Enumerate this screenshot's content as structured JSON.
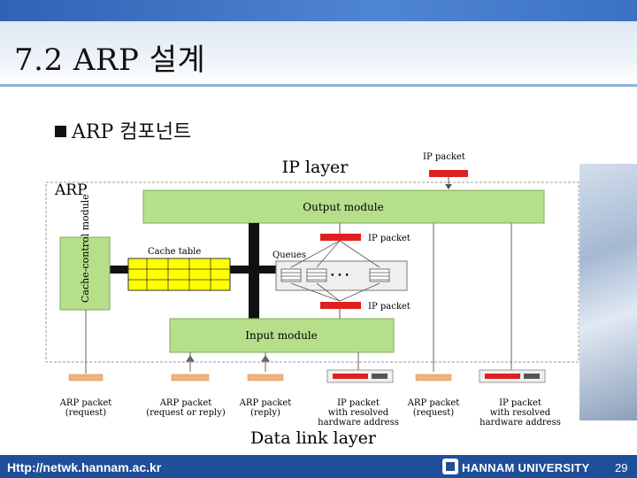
{
  "slide": {
    "title": "7.2 ARP 설계",
    "bullet": "ARP 컴포넌트"
  },
  "diagram": {
    "ip_layer": "IP layer",
    "arp": "ARP",
    "ip_packet_top": "IP packet",
    "output_module": "Output module",
    "ip_packet_mid": "IP packet",
    "cache_table": "Cache table",
    "queues": "Queues",
    "dots": "• • •",
    "cache_control": "Cache-control module",
    "ip_packet_low": "IP packet",
    "input_module": "Input module",
    "bottom_labels": [
      {
        "line1": "ARP packet",
        "line2": "(request)"
      },
      {
        "line1": "ARP packet",
        "line2": "(request or reply)"
      },
      {
        "line1": "ARP packet",
        "line2": "(reply)"
      },
      {
        "line1": "IP packet",
        "line2": "with resolved",
        "line3": "hardware address"
      },
      {
        "line1": "ARP packet",
        "line2": "(request)"
      },
      {
        "line1": "IP packet",
        "line2": "with resolved",
        "line3": "hardware address"
      }
    ],
    "data_link_layer": "Data link layer",
    "colors": {
      "module_green": "#b5df8b",
      "packet_red": "#e02020",
      "arp_orange": "#f2b27a",
      "cache_yellow": "#ffff00"
    }
  },
  "footer": {
    "url": "Http://netwk.hannam.ac.kr",
    "university": "HANNAM UNIVERSITY",
    "page": "29"
  }
}
